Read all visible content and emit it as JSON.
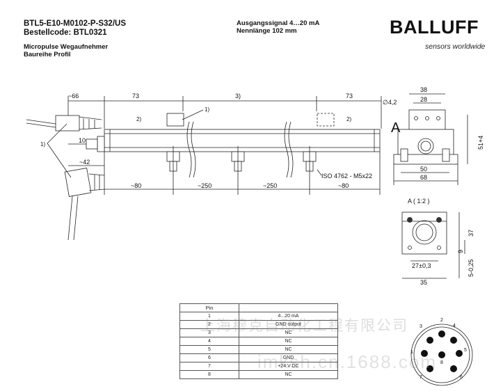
{
  "header": {
    "model": "BTL5-E10-M0102-P-S32/US",
    "order_code": "Bestellcode: BTL0321",
    "product_type": "Micropulse Wegaufnehmer",
    "series": "Baureihe Profil",
    "output_signal": "Ausgangssignal 4…20 mA",
    "nominal_length": "Nennlänge 102 mm"
  },
  "brand": {
    "name": "BALLUFF",
    "tagline": "sensors worldwide"
  },
  "drawing": {
    "dim_connector_len": "~66",
    "dim_left": "73",
    "dim_mid": "3)",
    "dim_right": "73",
    "note_1_top": "1)",
    "note_2_left": "2)",
    "note_2_right": "2)",
    "note_1_left": "1)",
    "dim_10": "10",
    "dim_42": "~42",
    "dim_80_left": "~80",
    "dim_250_a": "~250",
    "dim_250_b": "~250",
    "dim_80_right": "~80",
    "iso_label": "ISO 4762 - M5x22",
    "side_38": "38",
    "side_28": "28",
    "side_hole": "∅4,2",
    "side_A": "A",
    "side_51": "51+4",
    "side_50": "50",
    "side_68": "68",
    "view_label": "A  ( 1:2 )",
    "view_37": "37",
    "view_9": "9",
    "view_27": "27±0,3",
    "view_5": "5-0,25",
    "view_35": "35",
    "pin_numbers": [
      "1",
      "2",
      "3",
      "4",
      "5",
      "6",
      "7",
      "8"
    ]
  },
  "pin_table": {
    "header_pin": "Pin",
    "rows": [
      {
        "pin": "1",
        "signal": "4...20 mA"
      },
      {
        "pin": "2",
        "signal": "GND output"
      },
      {
        "pin": "3",
        "signal": "NC"
      },
      {
        "pin": "4",
        "signal": "NC"
      },
      {
        "pin": "5",
        "signal": "NC"
      },
      {
        "pin": "6",
        "signal": "GND"
      },
      {
        "pin": "7",
        "signal": "+24 V DC"
      },
      {
        "pin": "8",
        "signal": "NC"
      }
    ]
  },
  "watermark": {
    "company": "上海穆克自动化工程有限公司",
    "url": "imksh.cn.1688.com"
  }
}
